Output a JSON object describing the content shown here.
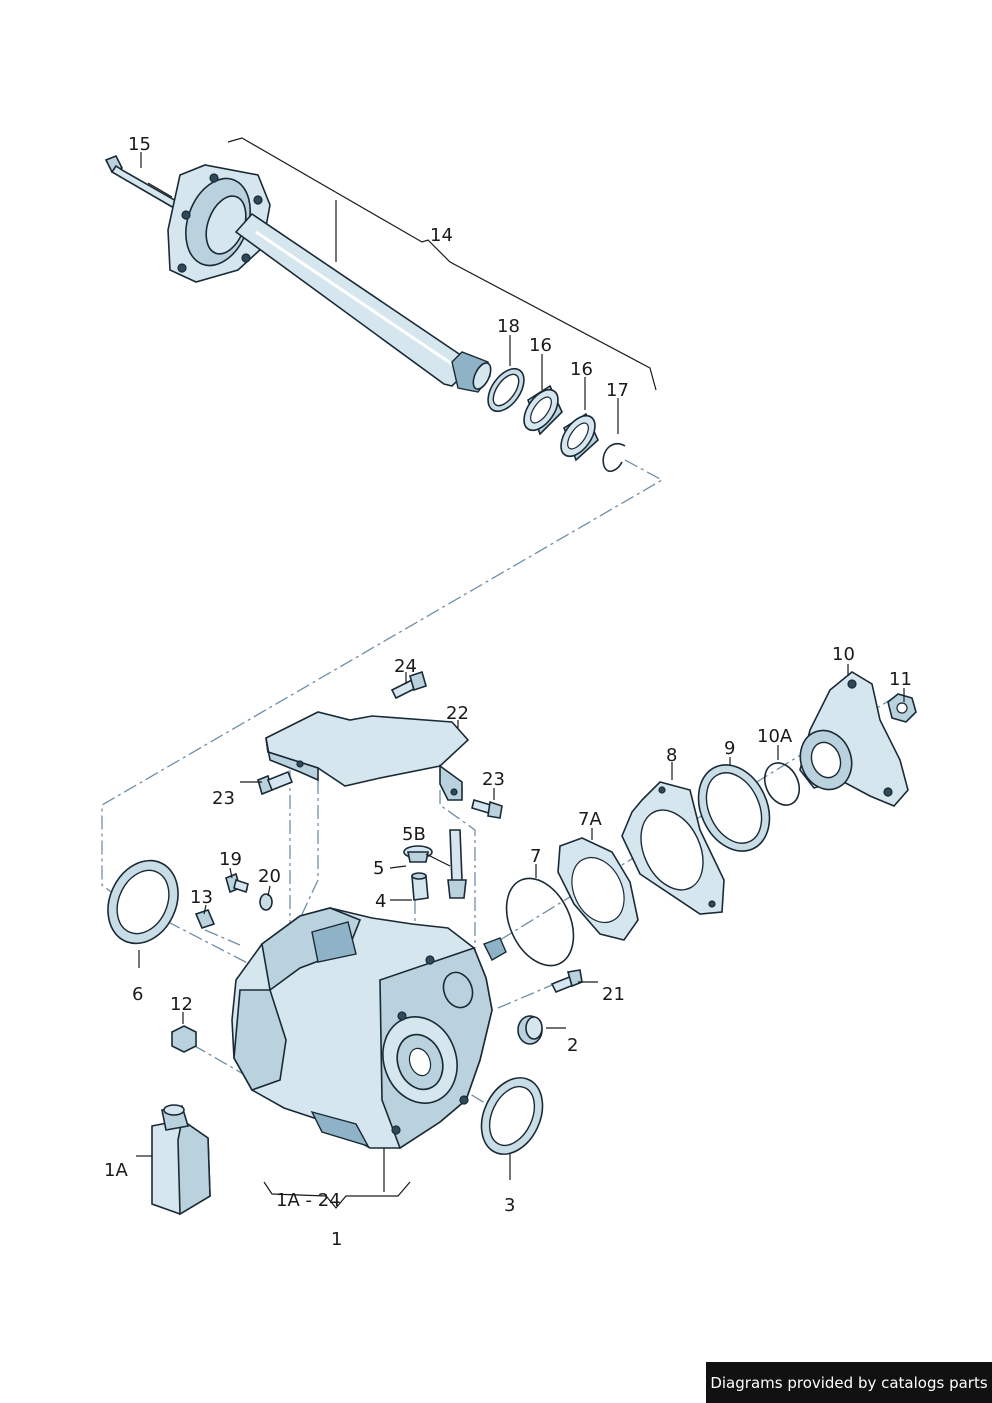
{
  "callouts": {
    "c15": "15",
    "c14": "14",
    "c18": "18",
    "c16a": "16",
    "c16b": "16",
    "c17": "17",
    "c24": "24",
    "c22": "22",
    "c23a": "23",
    "c23b": "23",
    "c10": "10",
    "c11": "11",
    "c10a": "10A",
    "c9": "9",
    "c8": "8",
    "c7a": "7A",
    "c7": "7",
    "c5b": "5B",
    "c5": "5",
    "c4": "4",
    "c19": "19",
    "c20": "20",
    "c13": "13",
    "c6": "6",
    "c12": "12",
    "c21": "21",
    "c2": "2",
    "c3": "3",
    "c1a": "1A",
    "c1a24": "1A - 24",
    "c1": "1"
  },
  "credit": "Diagrams provided by catalogs parts",
  "colors": {
    "part_fill": "#d6e6ee",
    "part_shade": "#b9d2de",
    "outline": "#1a2a35",
    "centerline": "#6f8fa8",
    "credit_bg": "#111111"
  }
}
